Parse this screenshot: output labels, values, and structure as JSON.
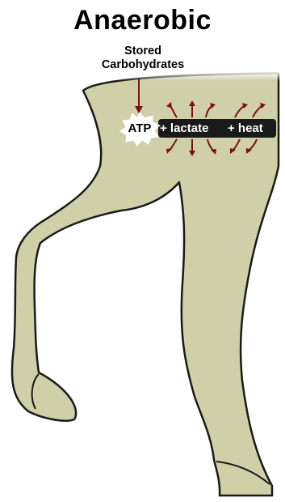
{
  "diagram": {
    "title": "Anaerobic",
    "source": {
      "line1": "Stored",
      "line2": "Carbohydrates"
    },
    "product_atp": "ATP",
    "product_lactate": "+ lactate",
    "product_heat": "+ heat"
  },
  "colors": {
    "leg_fill": "#d0d0a8",
    "leg_stroke": "#1a1a1a",
    "arrow": "#7a1010",
    "text_dark": "#000000",
    "text_light": "#ffffff"
  }
}
